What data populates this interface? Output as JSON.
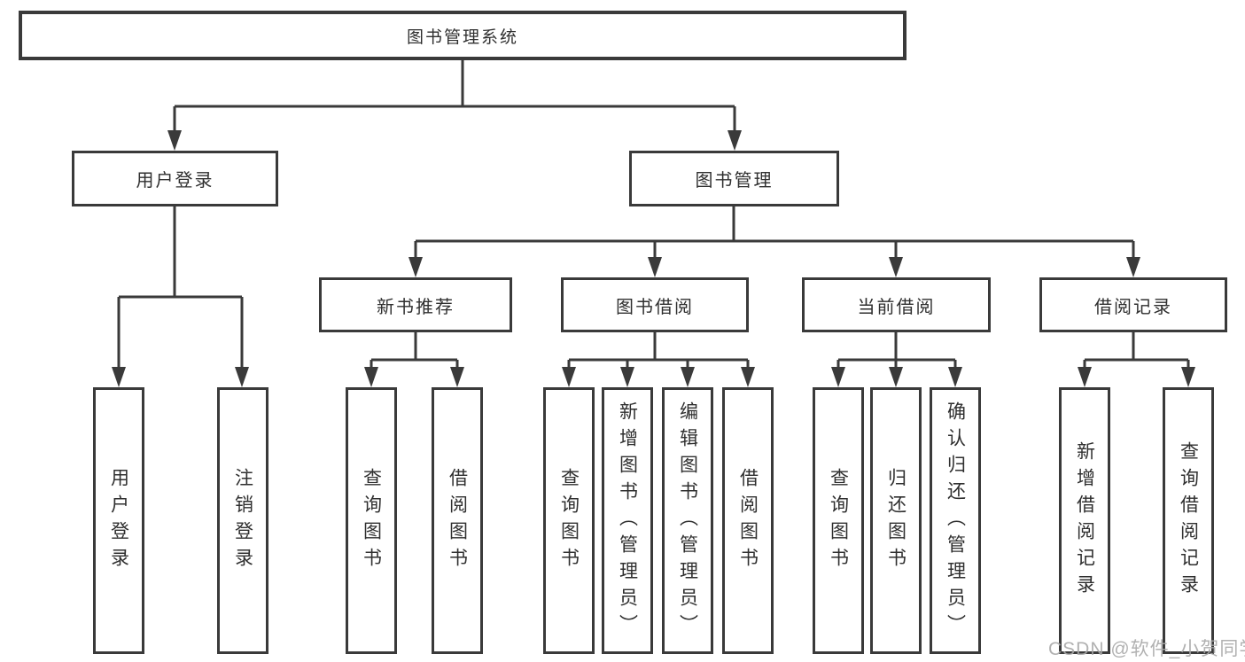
{
  "diagram": {
    "title": "图书管理系统",
    "root": {
      "label": "图书管理系统"
    },
    "branches": [
      {
        "label": "用户登录",
        "leaves": [
          {
            "label": "用户登录"
          },
          {
            "label": "注销登录"
          }
        ]
      },
      {
        "label": "图书管理",
        "children": [
          {
            "label": "新书推荐",
            "leaves": [
              {
                "label": "查询图书"
              },
              {
                "label": "借阅图书"
              }
            ]
          },
          {
            "label": "图书借阅",
            "leaves": [
              {
                "label": "查询图书"
              },
              {
                "label": "新增图书（管理员）"
              },
              {
                "label": "编辑图书（管理员）"
              },
              {
                "label": "借阅图书"
              }
            ]
          },
          {
            "label": "当前借阅",
            "leaves": [
              {
                "label": "查询图书"
              },
              {
                "label": "归还图书"
              },
              {
                "label": "确认归还（管理员）"
              }
            ]
          },
          {
            "label": "借阅记录",
            "leaves": [
              {
                "label": "新增借阅记录"
              },
              {
                "label": "查询借阅记录"
              }
            ]
          }
        ]
      }
    ]
  },
  "watermark": {
    "text": "CSDN @软件_小贺同学"
  },
  "colors": {
    "line": "#3a3a3a",
    "text": "#2f2f2f",
    "background": "#ffffff",
    "watermark": "#a8a8a8"
  }
}
